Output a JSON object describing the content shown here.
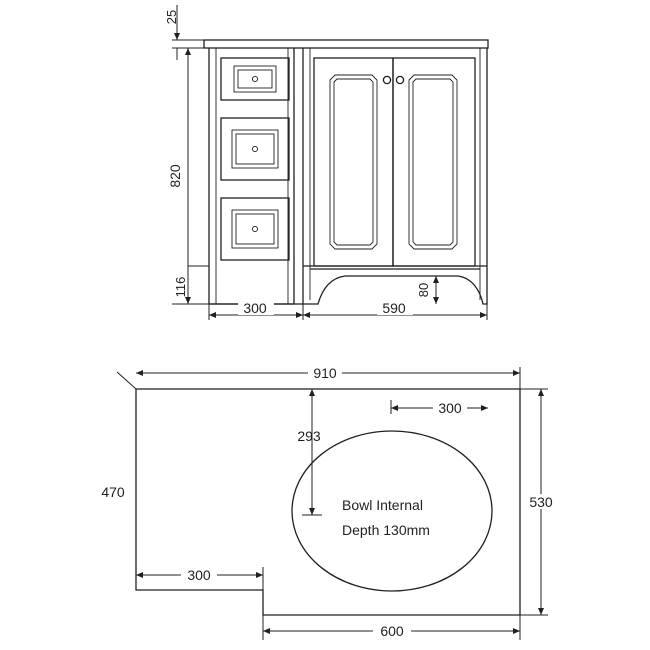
{
  "front_elevation": {
    "dims": {
      "top_thickness": "25",
      "carcass_height": "820",
      "plinth_height": "116",
      "drawer_width": "300",
      "cupboard_width": "590",
      "kick_height": "80"
    },
    "drawers": [
      "top-drawer",
      "middle-drawer",
      "bottom-drawer"
    ],
    "doors": [
      "left-door",
      "right-door"
    ]
  },
  "plan_view": {
    "dims": {
      "overall_width": "910",
      "left_depth": "470",
      "right_depth": "530",
      "bowl_offset_right": "300",
      "bowl_offset_top": "293",
      "step_width": "300",
      "basin_width": "600"
    },
    "bowl_note_line1": "Bowl Internal",
    "bowl_note_line2": "Depth 130mm"
  }
}
